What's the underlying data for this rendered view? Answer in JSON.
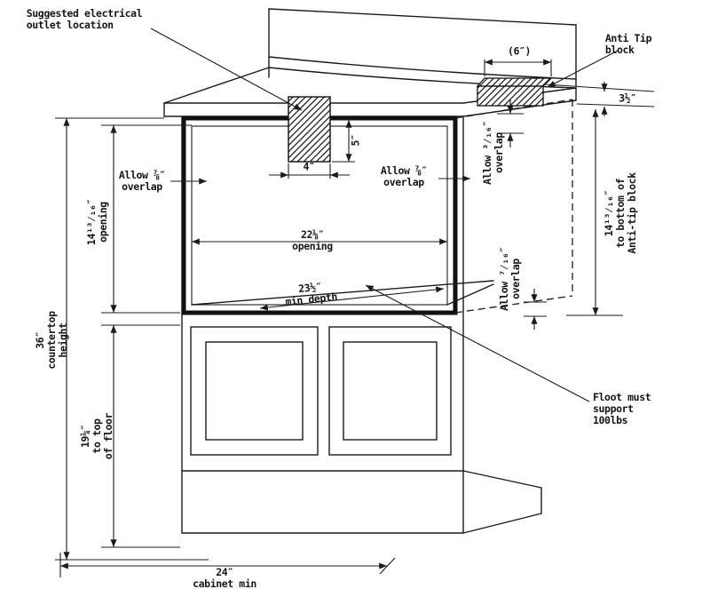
{
  "labels": {
    "outlet_location": "Suggested electrical\noutlet location",
    "anti_tip_block": "Anti Tip\nblock",
    "six_inches": "(6″)",
    "three_half": "3½″",
    "allow78_left": "Allow ⅞″\noverlap",
    "allow78_right": "Allow ⅞″\noverlap",
    "opening_height": "14¹³⁄₁₆″\nopening",
    "opening_width": "22⅛″\nopening",
    "min_depth": "23½″\nmin depth",
    "allow316": "Allow ³⁄₁₆″\noverlap",
    "allow716": "Allow ⁷⁄₁₆″\noverlap",
    "antitip_height": "14¹³⁄₁₆″\nto bottom of\nAnti-tip block",
    "countertop_height": "36″\ncountertop\nheight",
    "floor_height": "19¼″\nto top\nof floor",
    "floor_support": "Floot must\nsupport 100lbs",
    "cabinet_min": "24″\ncabinet min",
    "four_inches": "4″",
    "five_inches": "5″"
  },
  "colors": {
    "line": "#1b1b1b",
    "background": "#ffffff"
  }
}
